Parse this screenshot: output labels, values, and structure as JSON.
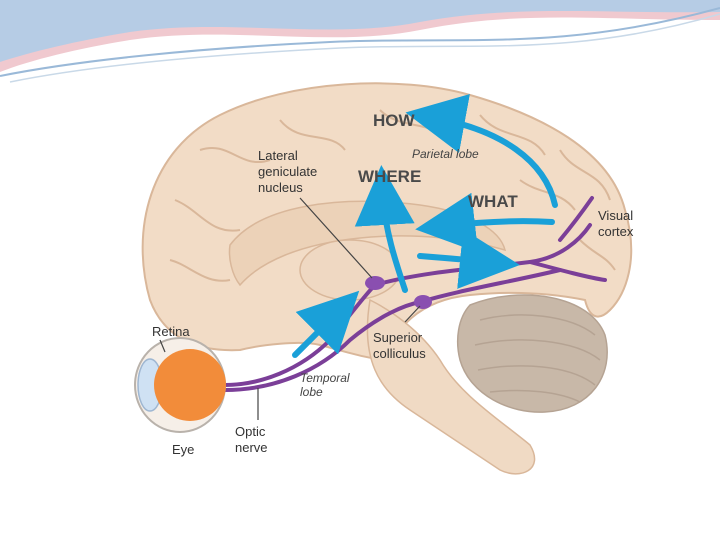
{
  "diagram": {
    "streams": {
      "how": "HOW",
      "where": "WHERE",
      "what": "WHAT"
    },
    "labels": {
      "parietal_lobe": "Parietal lobe",
      "lgn_line1": "Lateral",
      "lgn_line2": "geniculate",
      "lgn_line3": "nucleus",
      "visual_cortex_line1": "Visual",
      "visual_cortex_line2": "cortex",
      "retina": "Retina",
      "superior_colliculus_line1": "Superior",
      "superior_colliculus_line2": "colliculus",
      "temporal_lobe_line1": "Temporal",
      "temporal_lobe_line2": "lobe",
      "eye": "Eye",
      "optic_nerve_line1": "Optic",
      "optic_nerve_line2": "nerve"
    },
    "colors": {
      "brain": "#f2dcc6",
      "brain_outline": "#d9b79a",
      "cerebellum": "#c8b8a8",
      "pathway": "#7b3f98",
      "arrow": "#1aa0d8",
      "eye_iris": "#f28c3a",
      "header_band": "#7fb3e0"
    }
  }
}
